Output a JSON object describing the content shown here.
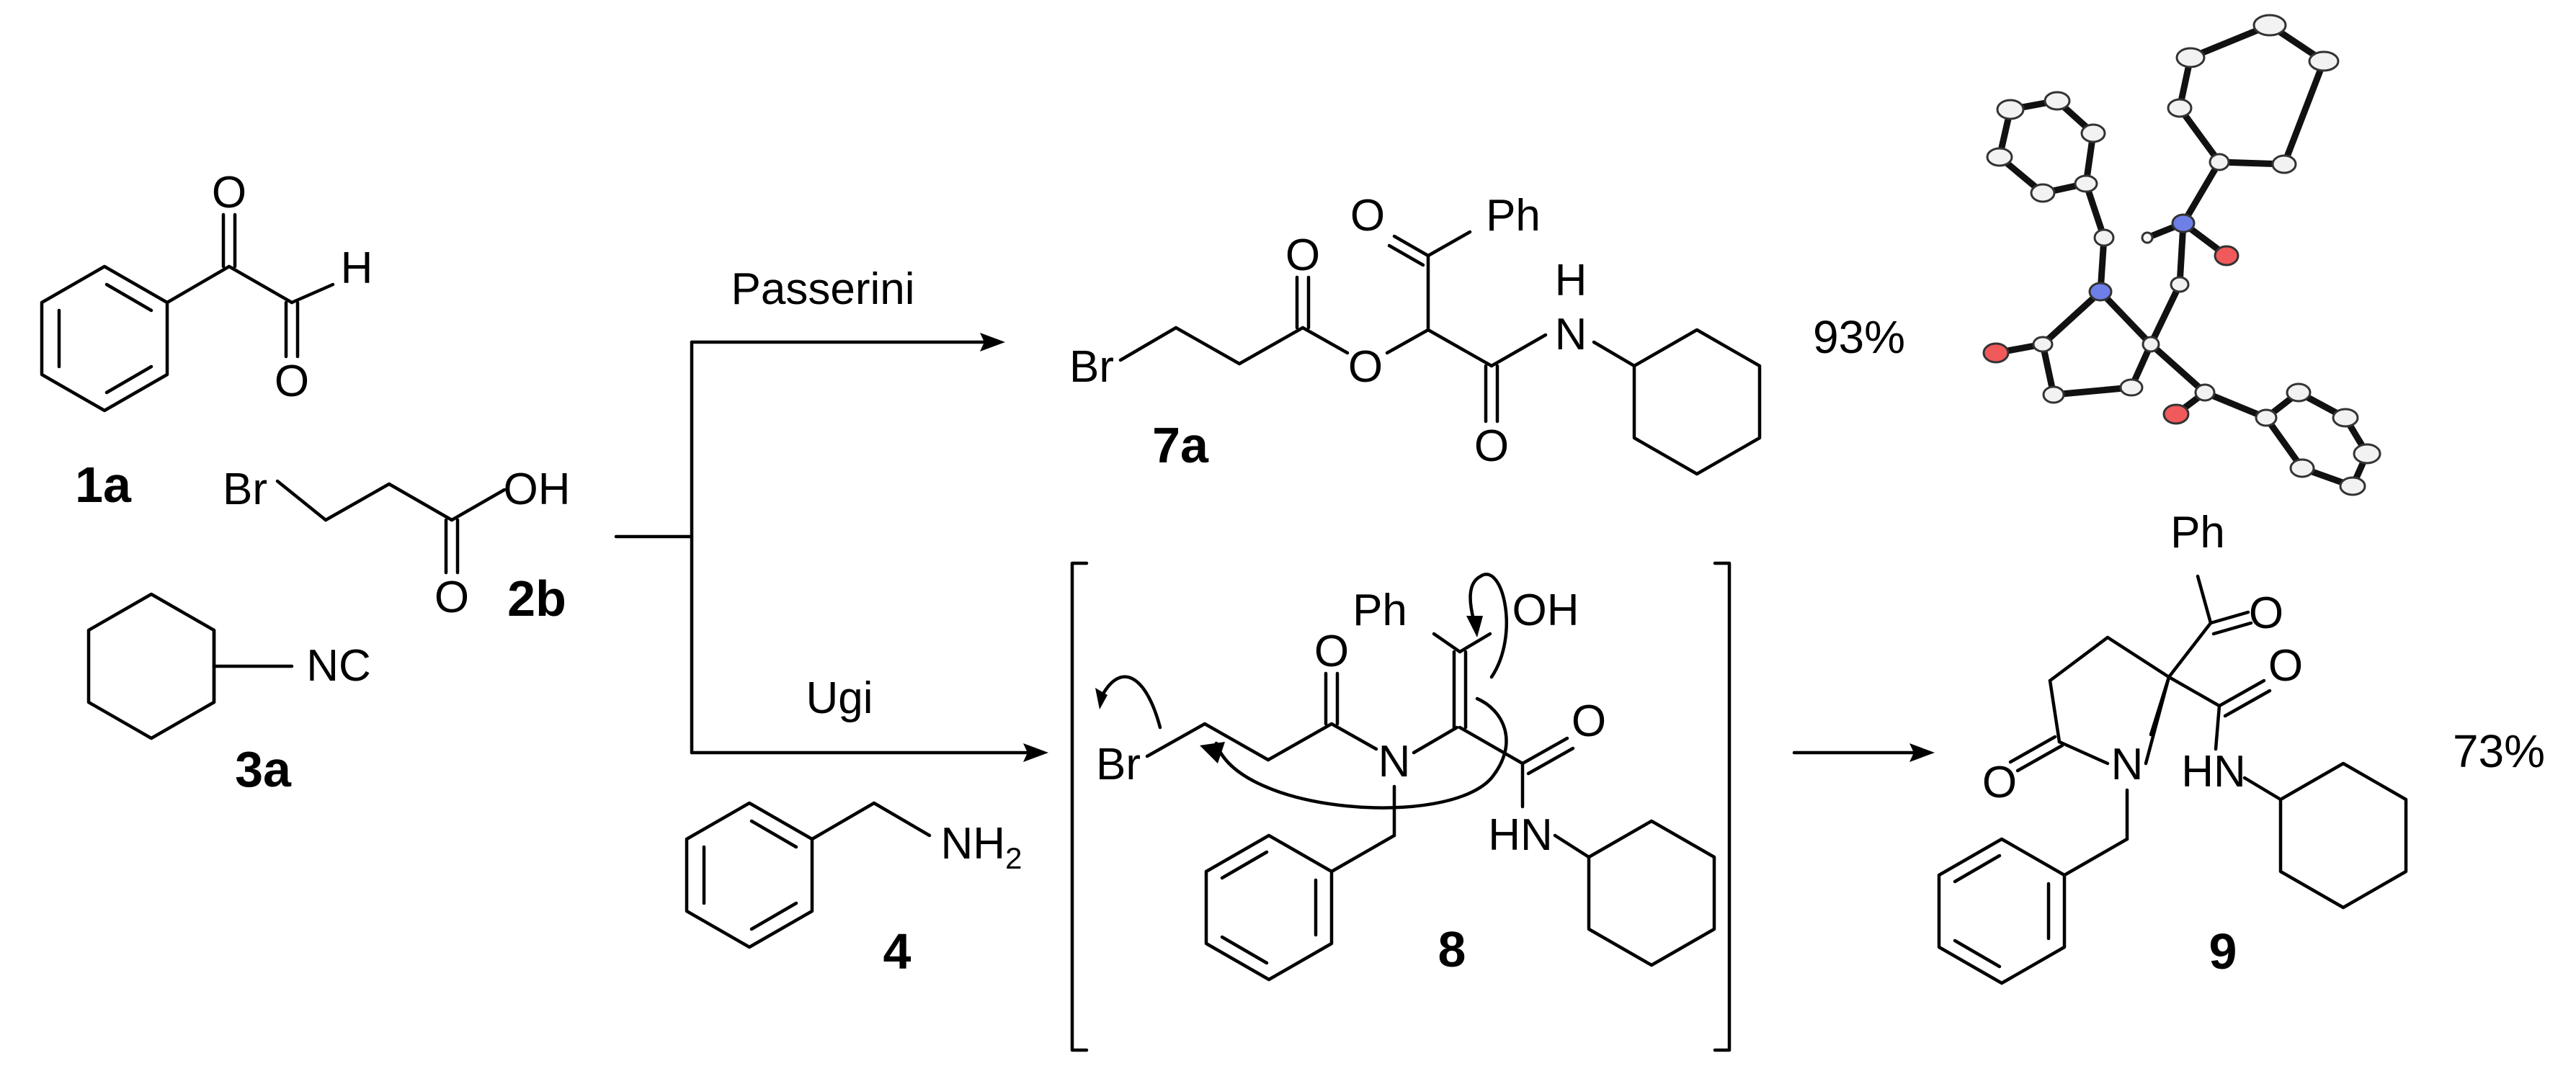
{
  "compounds": {
    "c1a": {
      "label": "1a",
      "atoms": {
        "o1": "O",
        "o2": "O",
        "h": "H"
      }
    },
    "c2b": {
      "label": "2b",
      "atoms": {
        "br": "Br",
        "oh": "OH",
        "o": "O"
      }
    },
    "c3a": {
      "label": "3a",
      "atoms": {
        "nc": "NC"
      }
    },
    "c4": {
      "label": "4",
      "atoms": {
        "nh2": "NH2"
      }
    },
    "c7a": {
      "label": "7a",
      "yield": "93%",
      "atoms": {
        "br": "Br",
        "o_ester": "O",
        "o_carbonyl": "O",
        "o_ketone": "O",
        "ph": "Ph",
        "n": "N",
        "h": "H",
        "o_amide": "O"
      }
    },
    "c8": {
      "label": "8",
      "atoms": {
        "br": "Br",
        "o_acyl": "O",
        "n": "N",
        "ph": "Ph",
        "oh": "OH",
        "o_amide": "O",
        "hn": "HN"
      }
    },
    "c9": {
      "label": "9",
      "yield": "73%",
      "atoms": {
        "ph": "Ph",
        "o_ketone": "O",
        "o_amide": "O",
        "o_lactam": "O",
        "n": "N",
        "hn": "HN"
      }
    }
  },
  "conditions": {
    "top": "Passerini",
    "bottom": "Ugi"
  },
  "crystal_atom_colors": {
    "carbon": "#f2f2f2",
    "nitrogen": "#6f7fe8",
    "oxygen": "#f05a5a",
    "hydrogen": "#f6f6f6"
  }
}
